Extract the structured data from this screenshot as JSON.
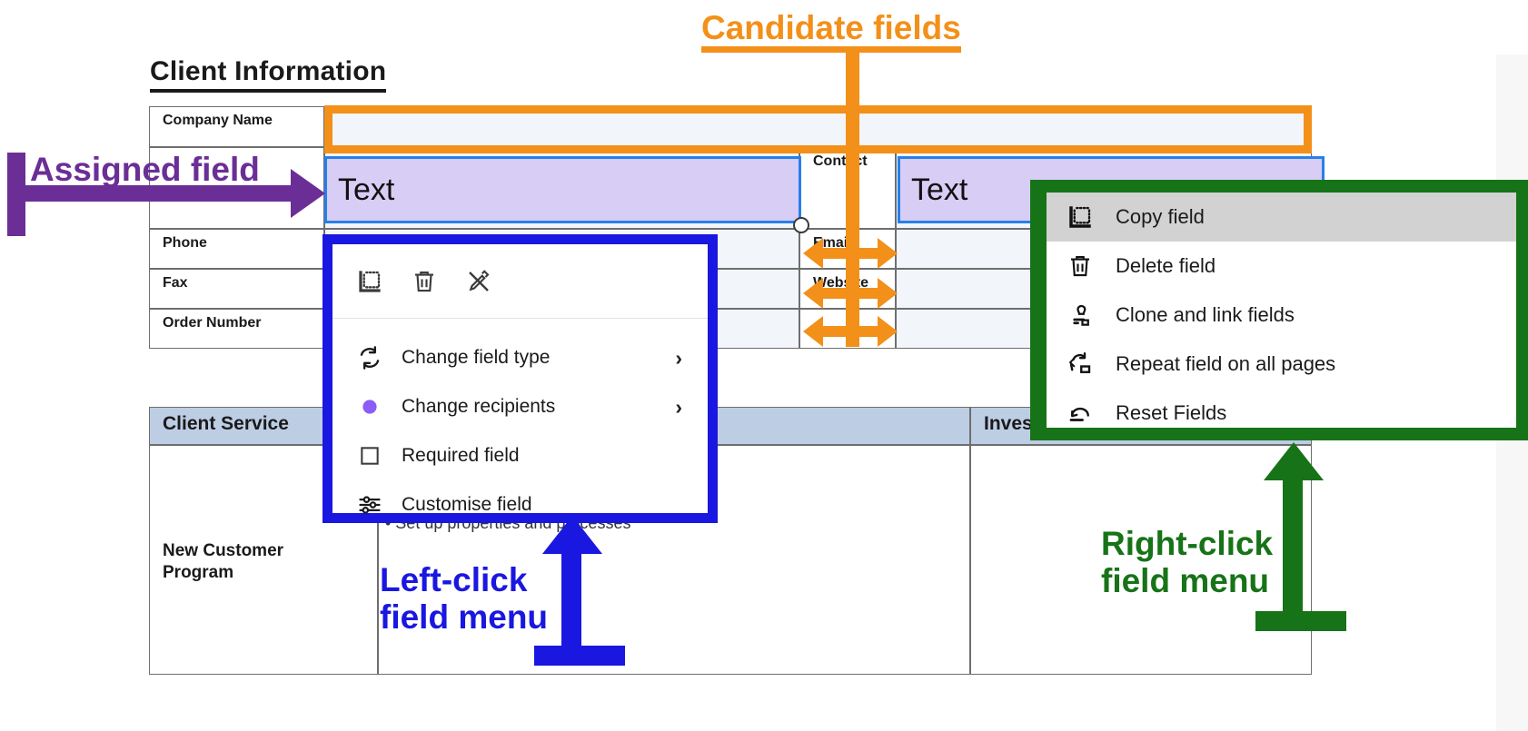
{
  "document": {
    "section_title": "Client Information",
    "top_table": {
      "left_rows": [
        {
          "label": "Company Name"
        },
        {
          "label": ""
        },
        {
          "label": "Phone"
        },
        {
          "label": "Fax"
        },
        {
          "label": "Order Number"
        }
      ],
      "right_rows": [
        {
          "label": "Contact"
        },
        {
          "label": "Email"
        },
        {
          "label": "Website"
        }
      ]
    },
    "bottom_table": {
      "header_left": "Client Service",
      "header_right": "Investment",
      "row_label": "New Customer\nProgram",
      "row_bullet": "• Set up properties and processes"
    },
    "fields": {
      "assigned_text": "Text",
      "assigned_text_2": "Text"
    }
  },
  "annotations": {
    "candidate": {
      "label": "Candidate fields",
      "color": "#f39019"
    },
    "assigned": {
      "label": "Assigned field",
      "color": "#6b2e96"
    },
    "left_click": {
      "label_line1": "Left-click",
      "label_line2": "field menu",
      "color": "#1a17e0"
    },
    "right_click": {
      "label_line1": "Right-click",
      "label_line2": "field menu",
      "color": "#177317"
    }
  },
  "left_click_menu": {
    "toolbar": [
      {
        "icon": "copy-field-icon",
        "name": "copy-field"
      },
      {
        "icon": "trash-icon",
        "name": "delete-field"
      },
      {
        "icon": "unlink-pen-icon",
        "name": "unassign-field"
      }
    ],
    "items": [
      {
        "icon": "change-field-type-icon",
        "label": "Change field type",
        "chevron": "›"
      },
      {
        "icon": "recipient-dot-icon",
        "label": "Change recipients",
        "chevron": "›"
      },
      {
        "icon": "checkbox-icon",
        "label": "Required field",
        "chevron": ""
      },
      {
        "icon": "sliders-icon",
        "label": "Customise field",
        "chevron": ""
      }
    ]
  },
  "right_click_menu": {
    "items": [
      {
        "icon": "copy-field-icon",
        "label": "Copy field",
        "selected": true
      },
      {
        "icon": "trash-icon",
        "label": "Delete field",
        "selected": false
      },
      {
        "icon": "stamp-icon",
        "label": "Clone and link fields",
        "selected": false
      },
      {
        "icon": "repeat-icon",
        "label": "Repeat field on all pages",
        "selected": false
      },
      {
        "icon": "reset-icon",
        "label": "Reset Fields",
        "selected": false
      }
    ]
  }
}
